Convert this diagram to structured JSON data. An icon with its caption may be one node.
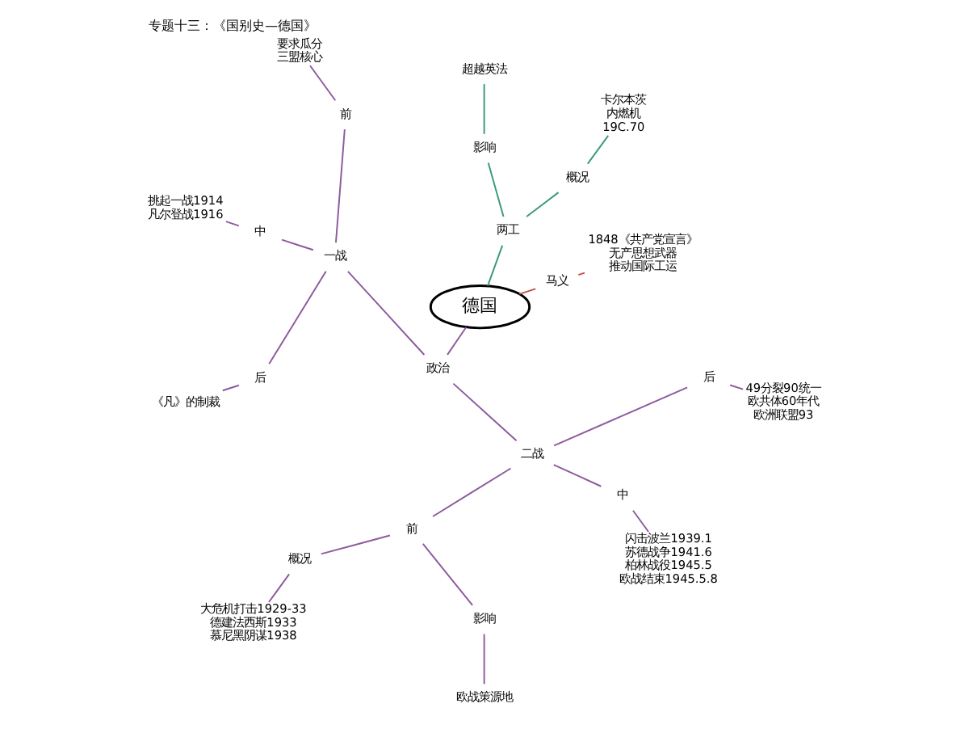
{
  "diagram": {
    "title": "专题十三：《国别史—德国》",
    "nodes": [
      {
        "text": [
          "德国"
        ]
      },
      {
        "text": [
          "马义"
        ]
      },
      {
        "text": [
          "1848《共产党宣言》",
          "无产思想武器",
          "推动国际工运"
        ]
      },
      {
        "text": [
          "两工"
        ]
      },
      {
        "text": [
          "概况"
        ]
      },
      {
        "text": [
          "卡尔本茨",
          "内燃机",
          "19C.70"
        ]
      },
      {
        "text": [
          "影响"
        ]
      },
      {
        "text": [
          "超越英法"
        ]
      },
      {
        "text": [
          "政治"
        ]
      },
      {
        "text": [
          "一战"
        ]
      },
      {
        "text": [
          "前"
        ]
      },
      {
        "text": [
          "要求瓜分",
          "三盟核心"
        ]
      },
      {
        "text": [
          "中"
        ]
      },
      {
        "text": [
          "挑起一战1914",
          "凡尔登战1916"
        ]
      },
      {
        "text": [
          "后"
        ]
      },
      {
        "text": [
          "《凡》的制裁"
        ]
      },
      {
        "text": [
          "二战"
        ]
      },
      {
        "text": [
          "前"
        ]
      },
      {
        "text": [
          "概况"
        ]
      },
      {
        "text": [
          "大危机打击1929-33",
          "德建法西斯1933",
          "慕尼黑阴谋1938"
        ]
      },
      {
        "text": [
          "影响"
        ]
      },
      {
        "text": [
          "欧战策源地"
        ]
      },
      {
        "text": [
          "中"
        ]
      },
      {
        "text": [
          "闪击波兰1939.1",
          "苏德战争1941.6",
          "柏林战役1945.5",
          "欧战结束1945.5.8"
        ]
      },
      {
        "text": [
          "后"
        ]
      },
      {
        "text": [
          "49分裂90统一",
          "欧共体60年代",
          "欧洲联盟93"
        ]
      }
    ],
    "edges": [
      {
        "from": 0,
        "to": 1,
        "arrow": "none",
        "color": "#c0504d"
      },
      {
        "from": 1,
        "to": 2,
        "arrow": "none",
        "color": "#c0504d"
      },
      {
        "from": 0,
        "to": 3,
        "arrow": "none",
        "color": "#3a9a7a"
      },
      {
        "from": 3,
        "to": 4,
        "arrow": "none",
        "color": "#3a9a7a"
      },
      {
        "from": 4,
        "to": 5,
        "arrow": "none",
        "color": "#3a9a7a"
      },
      {
        "from": 3,
        "to": 6,
        "arrow": "none",
        "color": "#3a9a7a"
      },
      {
        "from": 6,
        "to": 7,
        "arrow": "none",
        "color": "#3a9a7a"
      },
      {
        "from": 0,
        "to": 8,
        "arrow": "none"
      },
      {
        "from": 8,
        "to": 9,
        "arrow": "none"
      },
      {
        "from": 9,
        "to": 10,
        "arrow": "none"
      },
      {
        "from": 10,
        "to": 11,
        "arrow": "none"
      },
      {
        "from": 9,
        "to": 12,
        "arrow": "none"
      },
      {
        "from": 12,
        "to": 13,
        "arrow": "none"
      },
      {
        "from": 9,
        "to": 14,
        "arrow": "none"
      },
      {
        "from": 14,
        "to": 15,
        "arrow": "none"
      },
      {
        "from": 8,
        "to": 16,
        "arrow": "none"
      },
      {
        "from": 16,
        "to": 17,
        "arrow": "none"
      },
      {
        "from": 17,
        "to": 18,
        "arrow": "none"
      },
      {
        "from": 18,
        "to": 19,
        "arrow": "none"
      },
      {
        "from": 17,
        "to": 20,
        "arrow": "none"
      },
      {
        "from": 20,
        "to": 21,
        "arrow": "none"
      },
      {
        "from": 16,
        "to": 22,
        "arrow": "none"
      },
      {
        "from": 22,
        "to": 23,
        "arrow": "none"
      },
      {
        "from": 16,
        "to": 24,
        "arrow": "none"
      },
      {
        "from": 24,
        "to": 25,
        "arrow": "none"
      }
    ]
  }
}
